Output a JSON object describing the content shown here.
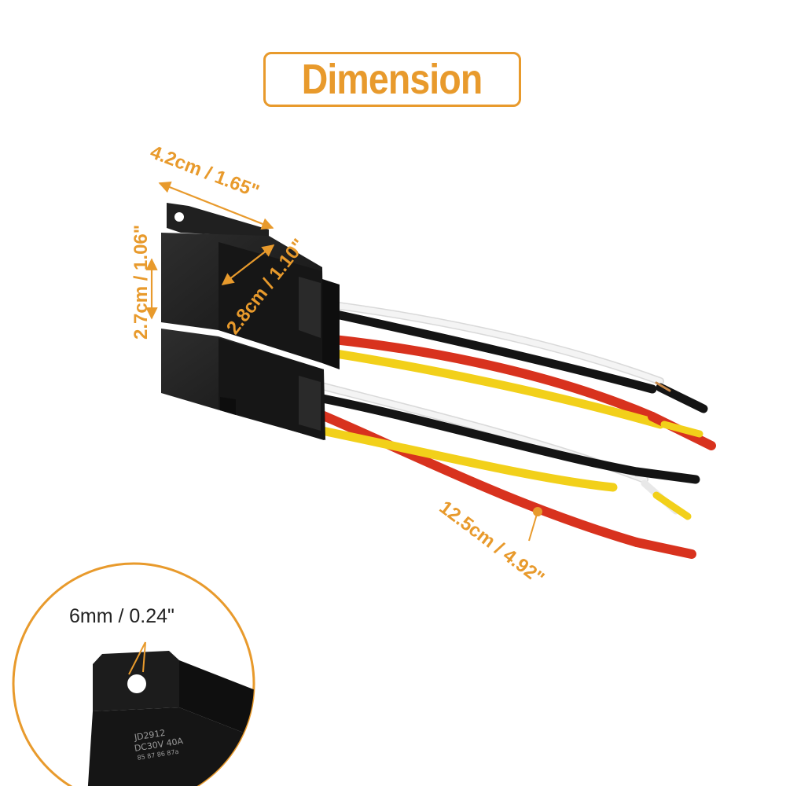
{
  "title": "Dimension",
  "dimensions": {
    "width": "4.2cm / 1.65\"",
    "height": "2.7cm / 1.06\"",
    "depth": "2.8cm / 1.10\"",
    "wire_length": "12.5cm / 4.92\"",
    "hole": "6mm / 0.24\""
  },
  "relay_print": {
    "model": "JD2912",
    "rating": "DC30V  40A",
    "pins": "85  87 86  87a"
  },
  "colors": {
    "accent": "#e89a2c",
    "housing": "#1c1c1c",
    "wire_red": "#d8321e",
    "wire_yellow": "#f2d01a",
    "wire_black": "#141414",
    "wire_white": "#efefef"
  },
  "icons": [
    "dimension-arrow-icon",
    "lead-pointer-icon"
  ]
}
